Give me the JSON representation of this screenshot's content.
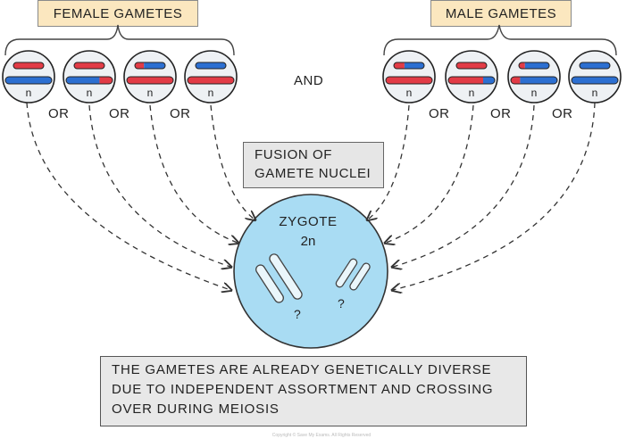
{
  "female_label": "FEMALE GAMETES",
  "male_label": "MALE GAMETES",
  "and_text": "AND",
  "or_text": "OR",
  "gamete_ploidy": "n",
  "fusion_lines": [
    "FUSION OF",
    "GAMETE NUCLEI"
  ],
  "zygote_title": "ZYGOTE",
  "zygote_ploidy": "2n",
  "question_mark": "?",
  "note_lines": [
    "THE GAMETES ARE ALREADY GENETICALLY DIVERSE",
    "DUE TO INDEPENDENT ASSORTMENT AND CROSSING",
    "OVER DURING MEIOSIS"
  ],
  "copyright": "Copyright © Save My Exams. All Rights Reserved",
  "colors": {
    "maternal_red": "#e23b46",
    "paternal_blue": "#2c6fd1",
    "zygote_fill": "#a9dcf3",
    "label_fill": "#fbe7bf"
  }
}
